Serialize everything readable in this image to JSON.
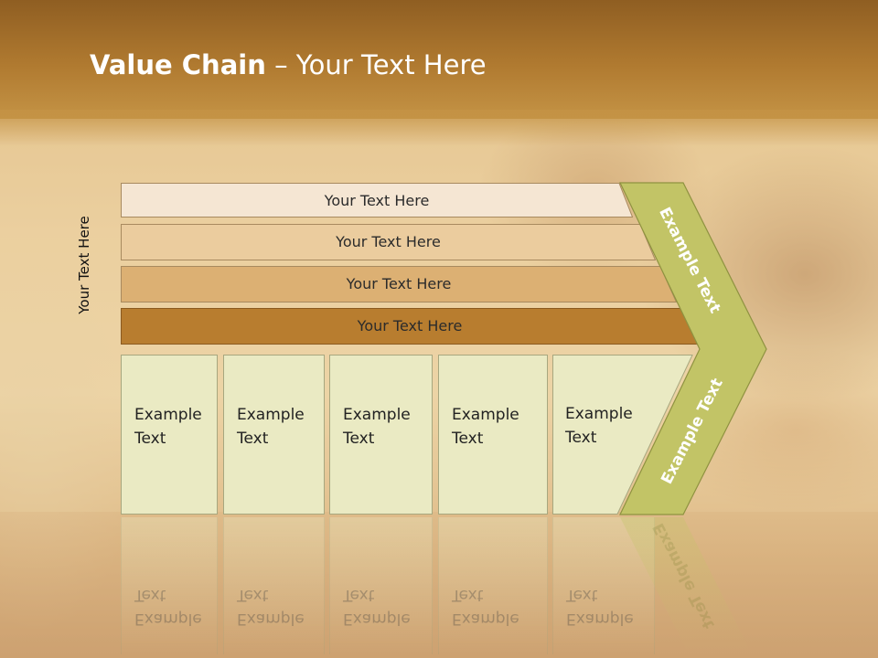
{
  "slide": {
    "title_bold": "Value Chain",
    "title_rest": " – Your Text Here"
  },
  "side_label": "Your Text Here",
  "bars": [
    {
      "label": "Your Text Here",
      "color": "#f5e6d3"
    },
    {
      "label": "Your Text Here",
      "color": "#ebcc9e"
    },
    {
      "label": "Your Text Here",
      "color": "#dcb073"
    },
    {
      "label": "Your Text Here",
      "color": "#b87d2f"
    }
  ],
  "boxes": [
    {
      "label": "Example Text"
    },
    {
      "label": "Example Text"
    },
    {
      "label": "Example Text"
    },
    {
      "label": "Example Text"
    },
    {
      "label": "Example Text"
    }
  ],
  "chevron": {
    "upper_label": "Example Text",
    "lower_label": "Example Text",
    "color": "#c2c466",
    "box_color": "#eaeac3"
  }
}
